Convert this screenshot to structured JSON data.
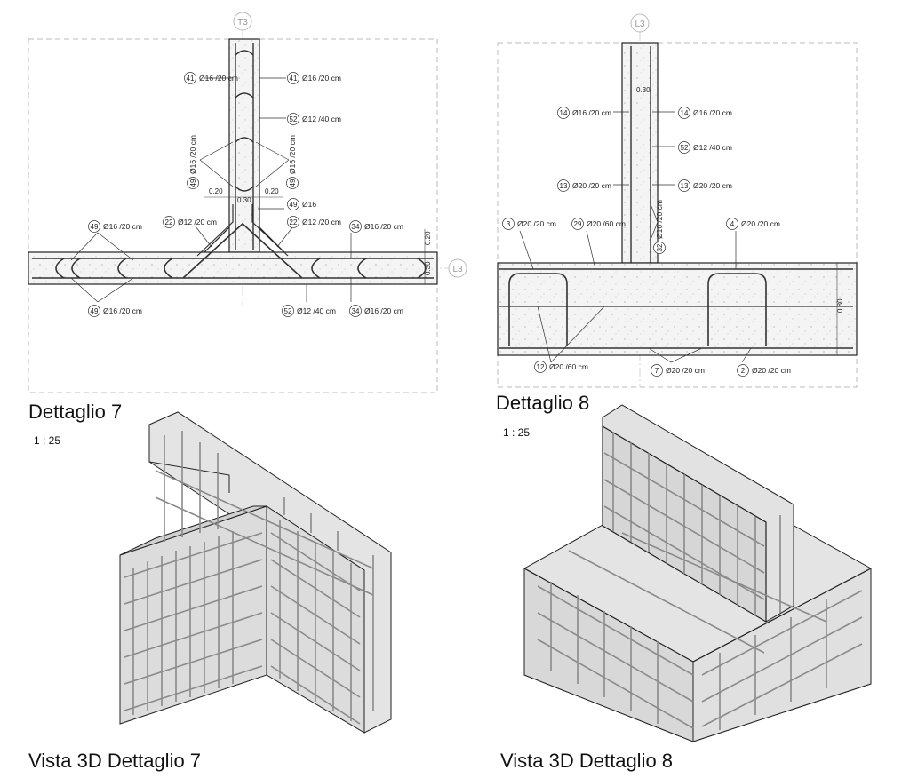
{
  "detail7": {
    "title": "Dettaglio 7",
    "scale": "1 : 25",
    "grid_top": "T3",
    "grid_right": "L3",
    "dim_a": "0.20",
    "dim_b": "0.20",
    "dim_c": "0.30",
    "dim_slab_top": "0.20",
    "dim_slab": "0.30",
    "callouts": [
      {
        "num": "41",
        "text": "Ø16 /20 cm"
      },
      {
        "num": "41",
        "text": "Ø16 /20 cm"
      },
      {
        "num": "52",
        "text": "Ø12 /40 cm"
      },
      {
        "num": "49",
        "text": "Ø16 /20 cm"
      },
      {
        "num": "49",
        "text": "Ø16 /20 cm"
      },
      {
        "num": "49",
        "text": "Ø16"
      },
      {
        "num": "22",
        "text": "Ø12 /20 cm"
      },
      {
        "num": "22",
        "text": "Ø12 /20 cm"
      },
      {
        "num": "49",
        "text": "Ø16 /20 cm"
      },
      {
        "num": "34",
        "text": "Ø16 /20 cm"
      },
      {
        "num": "49",
        "text": "Ø16 /20 cm"
      },
      {
        "num": "52",
        "text": "Ø12 /40 cm"
      },
      {
        "num": "34",
        "text": "Ø16 /20 cm"
      }
    ]
  },
  "detail8": {
    "title": "Dettaglio 8",
    "scale": "1 : 25",
    "grid_top": "L3",
    "dim_wall": "0.30",
    "dim_slab": "0.80",
    "callouts": [
      {
        "num": "14",
        "text": "Ø16 /20 cm"
      },
      {
        "num": "14",
        "text": "Ø16 /20 cm"
      },
      {
        "num": "52",
        "text": "Ø12 /40 cm"
      },
      {
        "num": "13",
        "text": "Ø20 /20 cm"
      },
      {
        "num": "13",
        "text": "Ø20 /20 cm"
      },
      {
        "num": "3",
        "text": "Ø20 /20 cm"
      },
      {
        "num": "29",
        "text": "Ø20 /60 cm"
      },
      {
        "num": "4",
        "text": "Ø20 /20 cm"
      },
      {
        "num": "32",
        "text": "Ø16 /20 cm"
      },
      {
        "num": "12",
        "text": "Ø20 /60 cm"
      },
      {
        "num": "7",
        "text": "Ø20 /20 cm"
      },
      {
        "num": "2",
        "text": "Ø20 /20 cm"
      }
    ]
  },
  "view3d_7": {
    "title": "Vista 3D Dettaglio 7"
  },
  "view3d_8": {
    "title": "Vista 3D Dettaglio 8"
  },
  "colors": {
    "line": "#222222",
    "concrete": "#e6e6e6",
    "frame": "#bbbbbb",
    "rebar": "#8a8a8a"
  }
}
